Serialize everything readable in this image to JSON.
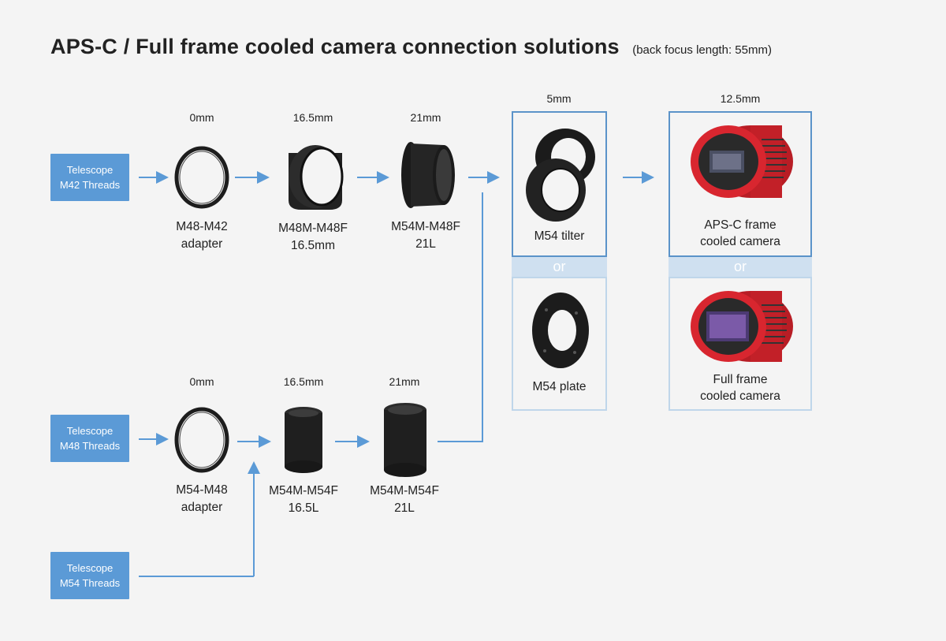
{
  "title": "APS-C / Full frame cooled camera connection solutions",
  "subtitle": "(back focus length: 55mm)",
  "top_row": {
    "source": {
      "line1": "Telescope",
      "line2": "M42 Threads"
    },
    "parts": [
      {
        "dim": "0mm",
        "line1": "M48-M42",
        "line2": "adapter"
      },
      {
        "dim": "16.5mm",
        "line1": "M48M-M48F",
        "line2": "16.5mm"
      },
      {
        "dim": "21mm",
        "line1": "M54M-M48F",
        "line2": "21L"
      }
    ]
  },
  "bottom_row": {
    "source": {
      "line1": "Telescope",
      "line2": "M48 Threads"
    },
    "parts": [
      {
        "dim": "0mm",
        "line1": "M54-M48",
        "line2": "adapter"
      },
      {
        "dim": "16.5mm",
        "line1": "M54M-M54F",
        "line2": "16.5L"
      },
      {
        "dim": "21mm",
        "line1": "M54M-M54F",
        "line2": "21L"
      }
    ]
  },
  "extra_source": {
    "line1": "Telescope",
    "line2": "M54 Threads"
  },
  "tilter_column": {
    "dim": "5mm",
    "top_label": "M54 tilter",
    "or": "or",
    "bottom_label": "M54 plate"
  },
  "camera_column": {
    "dim": "12.5mm",
    "top_line1": "APS-C frame",
    "top_line2": "cooled camera",
    "or": "or",
    "bottom_line1": "Full frame",
    "bottom_line2": "cooled camera"
  },
  "colors": {
    "arrow": "#5b9ad6",
    "box": "#5b9ad6",
    "panel_border": "#5b93c9",
    "or_bar": "#cfe0f0",
    "camera_red": "#d8262f"
  }
}
